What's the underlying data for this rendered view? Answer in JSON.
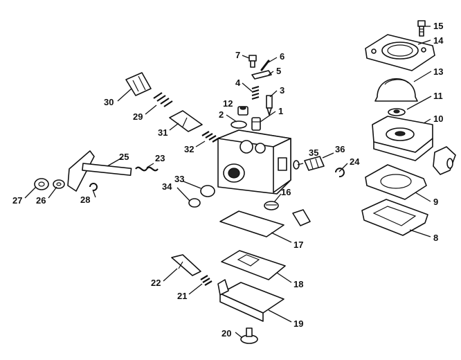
{
  "callouts": {
    "c1": "1",
    "c2": "2",
    "c3": "3",
    "c4": "4",
    "c5": "5",
    "c6": "6",
    "c7": "7",
    "c8": "8",
    "c9": "9",
    "c10": "10",
    "c11": "11",
    "c12": "12",
    "c13": "13",
    "c14": "14",
    "c15": "15",
    "c16": "16",
    "c17": "17",
    "c18": "18",
    "c19": "19",
    "c20": "20",
    "c21": "21",
    "c22": "22",
    "c23": "23",
    "c24": "24",
    "c25": "25",
    "c26": "26",
    "c27": "27",
    "c28": "28",
    "c29": "29",
    "c30": "30",
    "c31": "31",
    "c32": "32",
    "c33": "33",
    "c34": "34",
    "c35": "35",
    "c36": "36"
  },
  "colors": {
    "line": "#111111",
    "background": "#ffffff"
  }
}
